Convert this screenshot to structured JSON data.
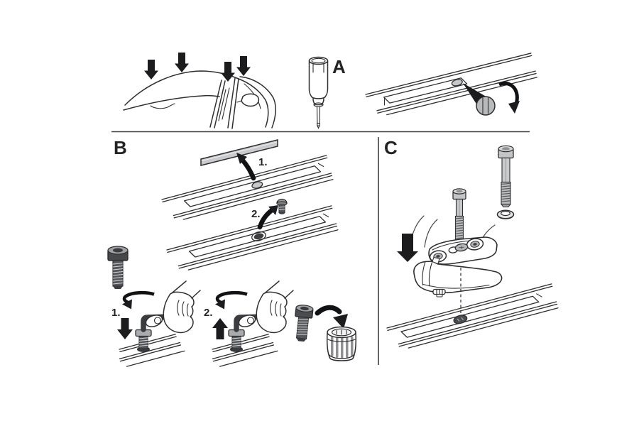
{
  "figure": {
    "background_color": "#ffffff",
    "line_color": "#2e2e31",
    "accent_black": "#1c1c1e",
    "light_gray": "#c9cacc",
    "mid_gray": "#b3b5b7",
    "dark_gray": "#515254"
  },
  "sections": {
    "top": {
      "tool_label": "A"
    },
    "b": {
      "label": "B",
      "strip_step": "1.",
      "screw_step": "2.",
      "tighten_step": "1.",
      "loosen_step": "2."
    },
    "c": {
      "label": "C"
    }
  },
  "icons": {
    "attachment_points": "solid-down-arrow",
    "press": "solid-down-arrow",
    "lift": "solid-up-arrow",
    "turn_key": "rotation-ellipse-arrow",
    "unscrew_cap": "rotation-arc-arrow",
    "remove_transfer": "curved-arrow"
  }
}
